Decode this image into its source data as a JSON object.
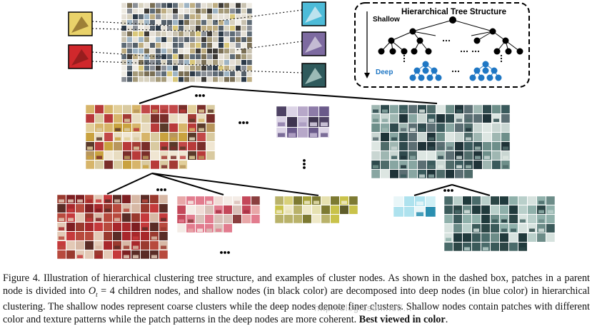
{
  "tree_box": {
    "title": "Hierarchical Tree Structure",
    "shallow_label": "Shallow",
    "deep_label": "Deep",
    "ellipsis": "...",
    "vdots": "⋮"
  },
  "colors": {
    "shallow_node": "#000000",
    "deep_node": "#1f77c4",
    "deep_text": "#1f77c4"
  },
  "caption": {
    "part1": "Figure 4. Illustration of hierarchical clustering tree structure, and examples of cluster nodes. As shown in the dashed box, patches in a parent node is divided into ",
    "math": "O",
    "math_sub": "t",
    "math_rest": " = 4",
    "part2": " children nodes, and shallow nodes (in black color) are decomposed into deep nodes (in blue color) in hierarchical clustering. The shallow nodes represent coarse clusters while the deep nodes denote finer clusters. Shallow nodes contain patches with different color and texture patterns while the patch patterns in the deep nodes are more coherent. ",
    "bold": "Best viewed in color",
    "end": "."
  },
  "watermark": "http://blog.csdn.net/…"
}
